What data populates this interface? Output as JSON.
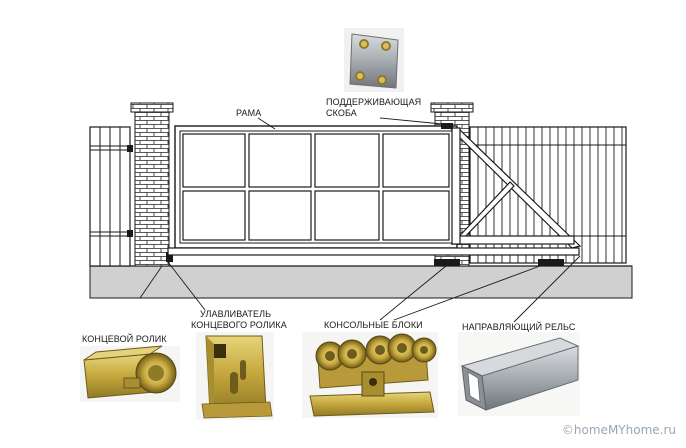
{
  "labels": {
    "frame": "РАМА",
    "support_bracket_1": "ПОДДЕРЖИВАЮЩАЯ",
    "support_bracket_2": "СКОБА",
    "catcher_1": "УЛАВЛИВАТЕЛЬ",
    "catcher_2": "КОНЦЕВОГО РОЛИКА",
    "end_roller": "КОНЦЕВОЙ РОЛИК",
    "console_blocks": "КОНСОЛЬНЫЕ БЛОКИ",
    "guide_rail": "НАПРАВЛЯЮЩИЙ РЕЛЬС"
  },
  "watermark": "©homeMYhome.ru",
  "colors": {
    "outline": "#1a1a1a",
    "ground": "#d0d0d0",
    "brass": "#c9b048",
    "steel": "#a9aeb3"
  }
}
